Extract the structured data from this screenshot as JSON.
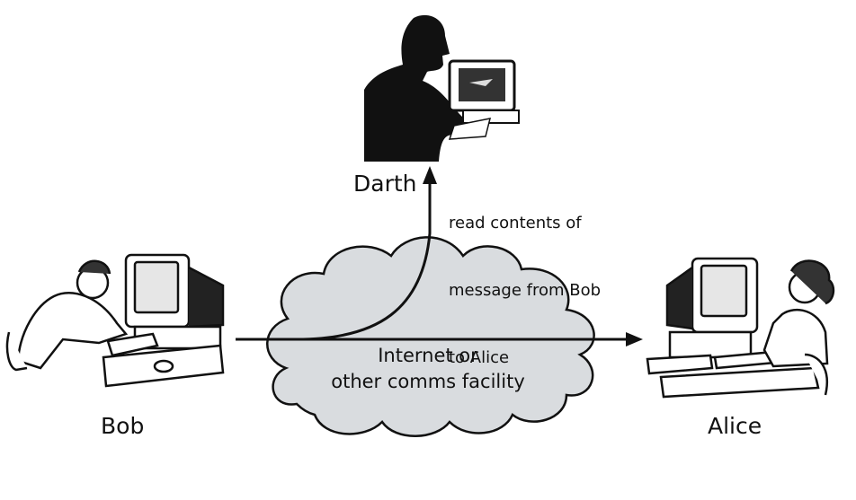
{
  "labels": {
    "darth": "Darth",
    "bob": "Bob",
    "alice": "Alice",
    "darth_action_lines": [
      "read contents of",
      "message from Bob",
      "to Alice"
    ],
    "network_lines": [
      "Internet or",
      "other comms facility"
    ]
  },
  "icons": {
    "bob": "person-at-computer-icon",
    "alice": "person-at-computer-icon",
    "darth": "silhouette-at-computer-icon",
    "network": "cloud-icon"
  },
  "colors": {
    "cloud_fill": "#d9dcdf",
    "ink": "#111111"
  }
}
